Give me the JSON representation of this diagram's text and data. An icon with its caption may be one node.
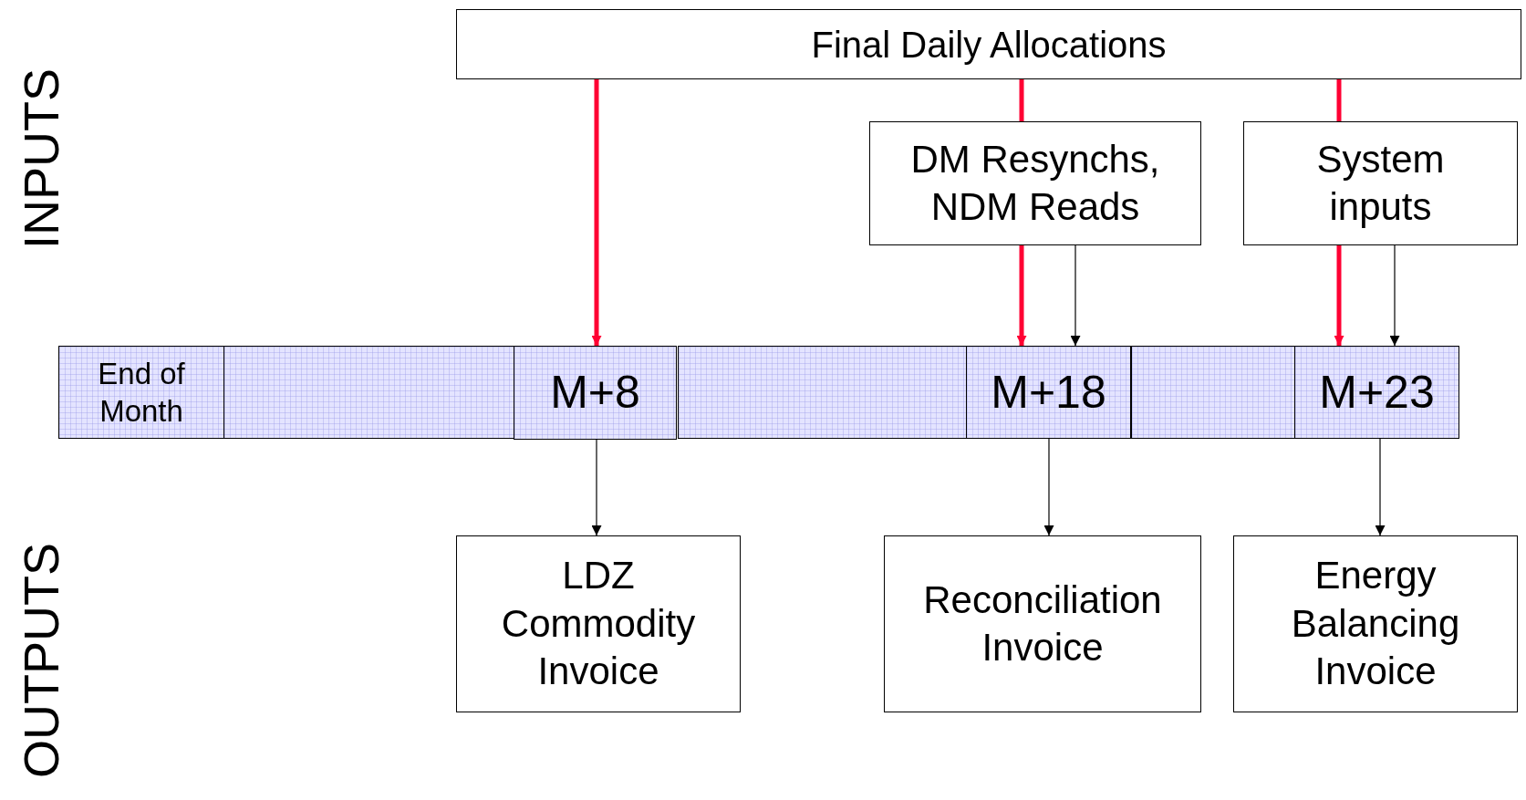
{
  "diagram": {
    "nodes": [
      {
        "text": [
          "Final Daily Allocations"
        ]
      },
      {
        "text": [
          "DM Resynchs, NDM Reads"
        ]
      },
      {
        "text": [
          "System inputs"
        ]
      },
      {
        "text": [
          "End of Month"
        ]
      },
      {
        "text": [],
        "shape": "box"
      },
      {
        "text": [
          "M+8"
        ]
      },
      {
        "text": [],
        "shape": "box"
      },
      {
        "text": [
          "M+18"
        ]
      },
      {
        "text": [],
        "shape": "box"
      },
      {
        "text": [
          "M+23"
        ]
      },
      {
        "text": [
          "LDZ Commodity Invoice"
        ]
      },
      {
        "text": [
          "Reconciliation Invoice"
        ]
      },
      {
        "text": [
          "Energy Balancing Invoice"
        ]
      }
    ],
    "edges": [
      {
        "from": 0,
        "to": 5,
        "arrow": "to",
        "style": "thick",
        "color": "#ff0033"
      },
      {
        "from": 0,
        "to": 1,
        "arrow": "none",
        "style": "thick",
        "color": "#ff0033"
      },
      {
        "from": 1,
        "to": 7,
        "arrow": "to",
        "style": "thick",
        "color": "#ff0033"
      },
      {
        "from": 1,
        "to": 7,
        "arrow": "to",
        "color": "#000000"
      },
      {
        "from": 0,
        "to": 2,
        "arrow": "none",
        "style": "thick",
        "color": "#ff0033"
      },
      {
        "from": 2,
        "to": 9,
        "arrow": "to",
        "style": "thick",
        "color": "#ff0033"
      },
      {
        "from": 2,
        "to": 9,
        "arrow": "to",
        "color": "#000000"
      },
      {
        "from": 5,
        "to": 10,
        "arrow": "to",
        "color": "#000000"
      },
      {
        "from": 7,
        "to": 11,
        "arrow": "to",
        "color": "#000000"
      },
      {
        "from": 9,
        "to": 12,
        "arrow": "to",
        "color": "#000000"
      }
    ],
    "labels": [
      "INPUTS",
      "OUTPUTS"
    ]
  }
}
